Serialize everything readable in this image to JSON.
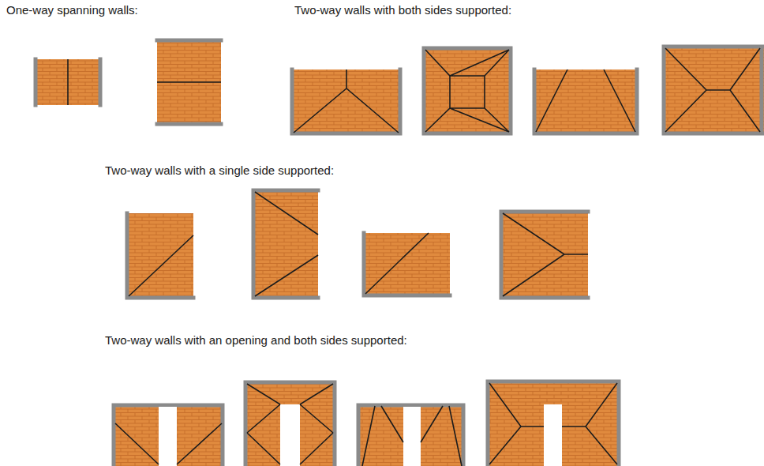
{
  "diagram": {
    "labels": [
      "One-way spanning walls:",
      "Two-way walls with both sides supported:",
      "Two-way walls with a single side supported:",
      "Two-way walls with an opening and both sides supported:"
    ]
  }
}
